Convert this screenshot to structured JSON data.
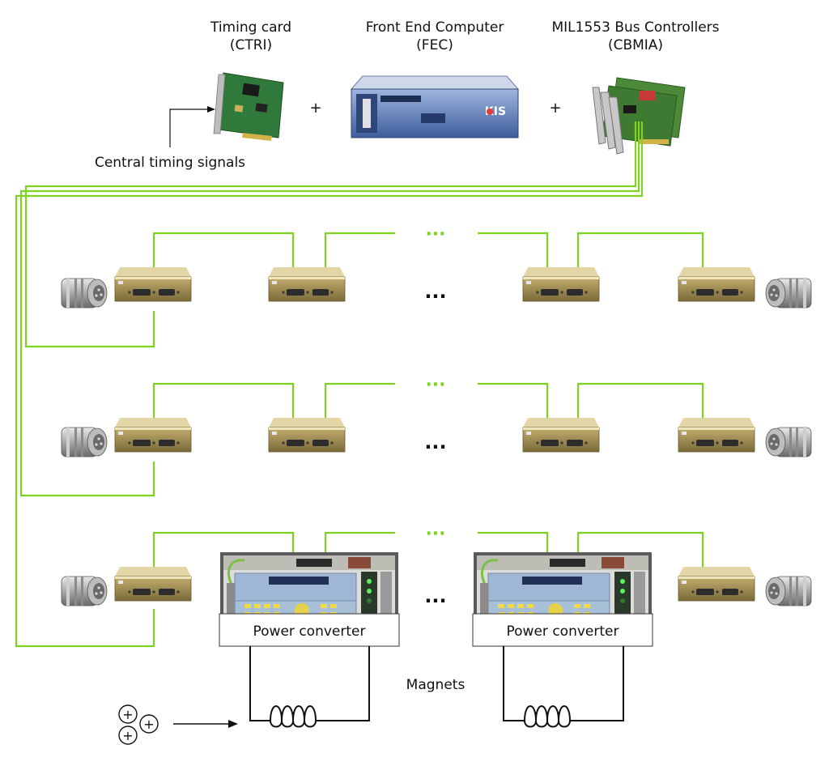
{
  "header": {
    "timing_card": {
      "line1": "Timing card",
      "line2": "(CTRI)"
    },
    "fec": {
      "line1": "Front End Computer",
      "line2": "(FEC)"
    },
    "bus_controllers": {
      "line1": "MIL1553 Bus Controllers",
      "line2": "(CBMIA)"
    },
    "plus_sign": "+",
    "fec_brand": "KIS",
    "central_timing_label": "Central timing signals"
  },
  "rows": {
    "ellipsis": "...",
    "dotted_ellipsis": "···"
  },
  "power_converter_label": "Power converter",
  "magnets_label": "Magnets",
  "beam": {
    "particle_symbol": "+"
  },
  "colors": {
    "bus_green": "#7ed321",
    "box_gold": "#b8a36a",
    "fec_blue": "#4a6fb3",
    "pcb_green": "#4c8a3a"
  },
  "icons": [
    "timing-card-icon",
    "front-end-computer-icon",
    "bus-controller-cards-icon",
    "connector-plug-icon",
    "interface-box-icon",
    "power-converter-panel-icon",
    "magnet-coil-icon",
    "particle-icon"
  ]
}
